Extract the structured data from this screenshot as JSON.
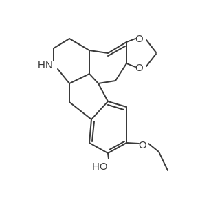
{
  "background_color": "#ffffff",
  "bond_color": "#3a3a3a",
  "atoms": {
    "o_upper": "O",
    "o_lower": "O",
    "nh": "N",
    "h": "H",
    "o_methoxy": "O",
    "ho": "HO"
  }
}
